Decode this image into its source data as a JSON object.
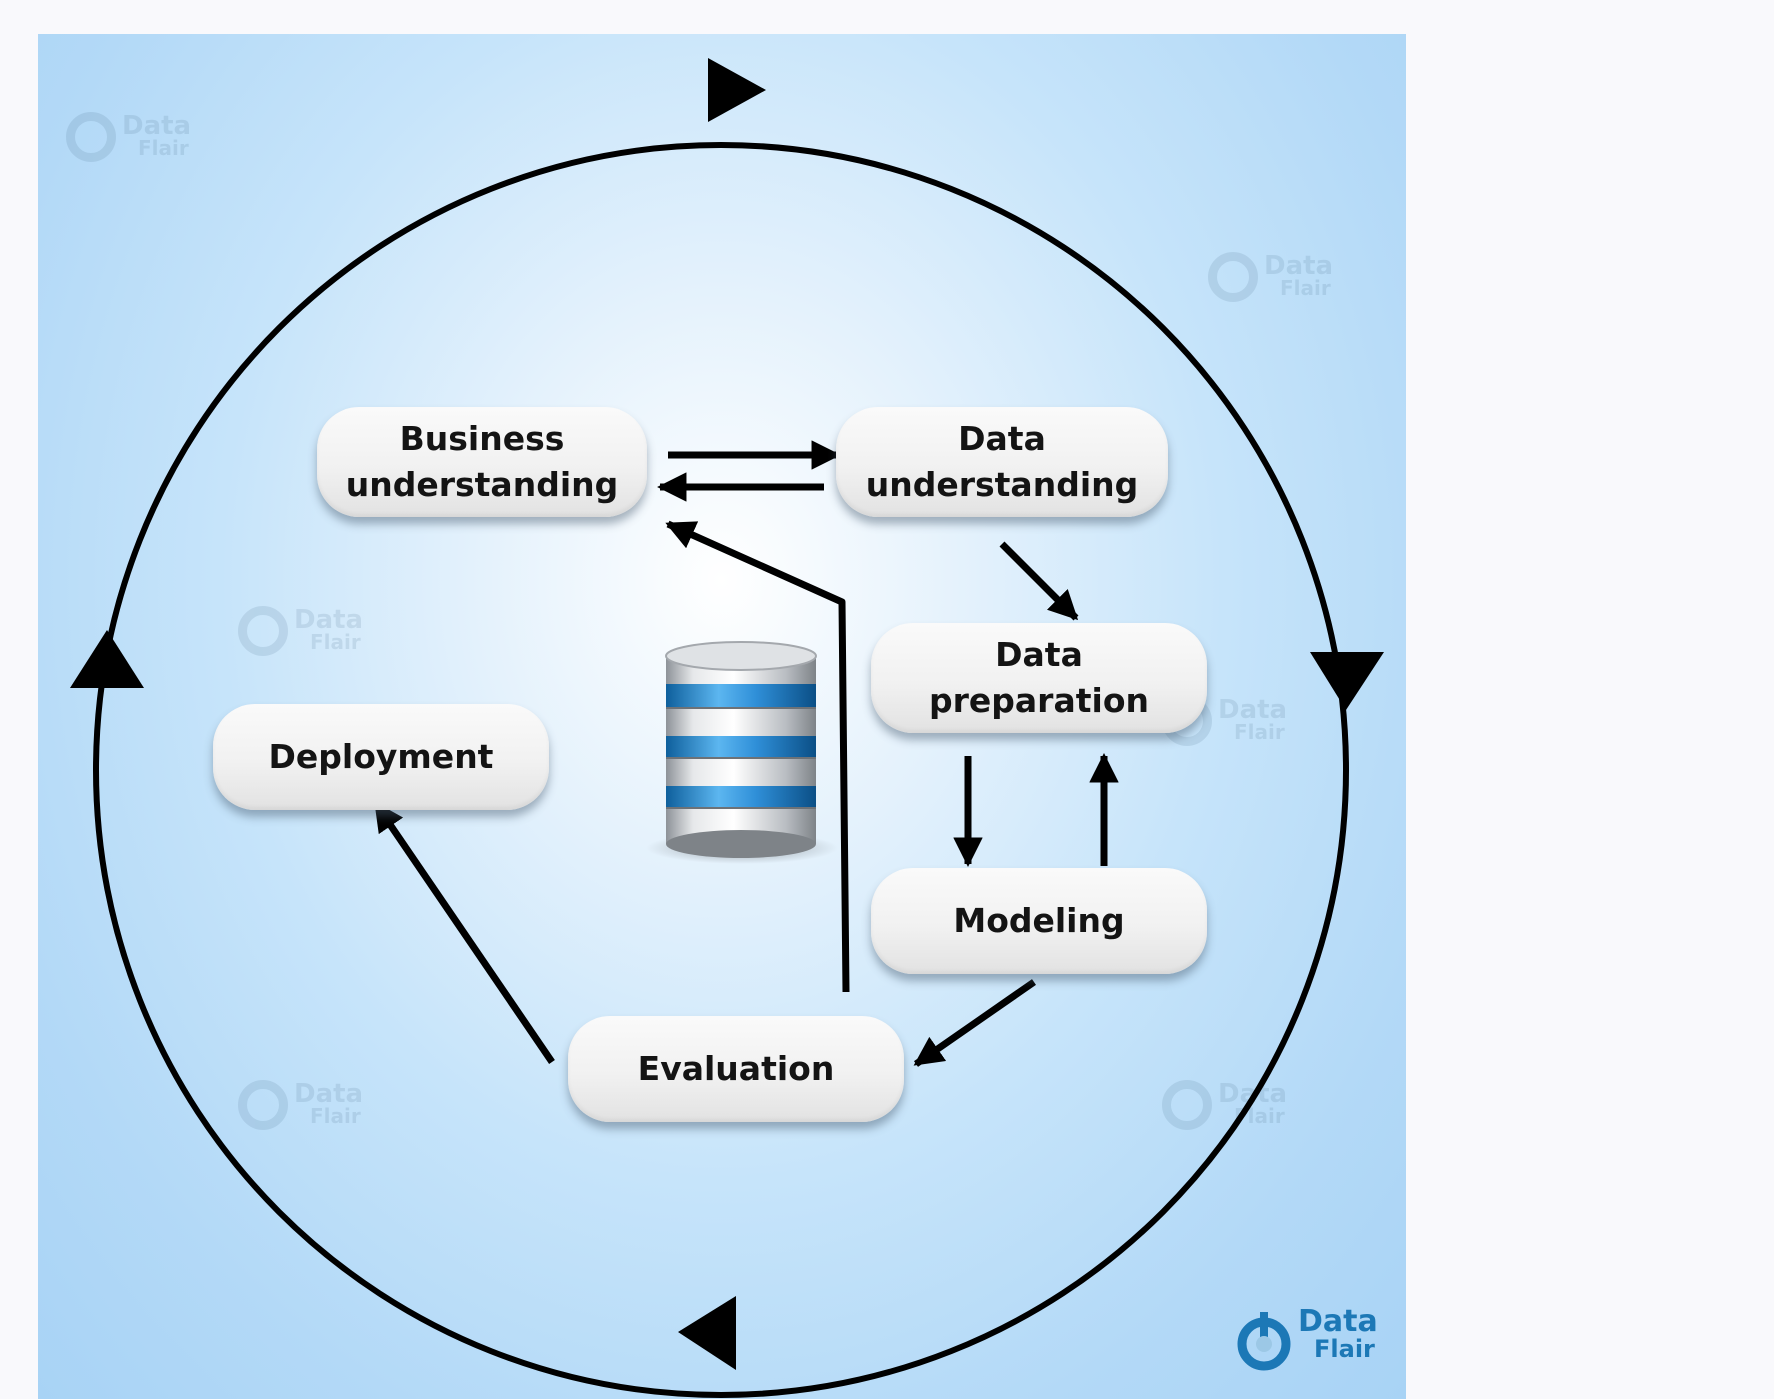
{
  "nodes": {
    "business_understanding": "Business\nunderstanding",
    "data_understanding": "Data\nunderstanding",
    "data_preparation": "Data\npreparation",
    "modeling": "Modeling",
    "evaluation": "Evaluation",
    "deployment": "Deployment"
  },
  "edges": [
    {
      "from": "business_understanding",
      "to": "data_understanding"
    },
    {
      "from": "data_understanding",
      "to": "business_understanding"
    },
    {
      "from": "data_understanding",
      "to": "data_preparation"
    },
    {
      "from": "data_preparation",
      "to": "modeling"
    },
    {
      "from": "modeling",
      "to": "data_preparation"
    },
    {
      "from": "modeling",
      "to": "evaluation"
    },
    {
      "from": "evaluation",
      "to": "business_understanding"
    },
    {
      "from": "evaluation",
      "to": "deployment"
    }
  ],
  "outer_cycle": {
    "direction": "clockwise"
  },
  "center_icon": "database-icon",
  "watermark": {
    "line1": "Data",
    "line2": "Flair"
  },
  "logo": {
    "line1": "Data",
    "line2": "Flair",
    "color": "#1c78b6"
  },
  "colors": {
    "background": "#b3d9f7",
    "arrow": "#000000",
    "node_fill": "#f1f1f1",
    "db_band": "#2f8fd8"
  }
}
